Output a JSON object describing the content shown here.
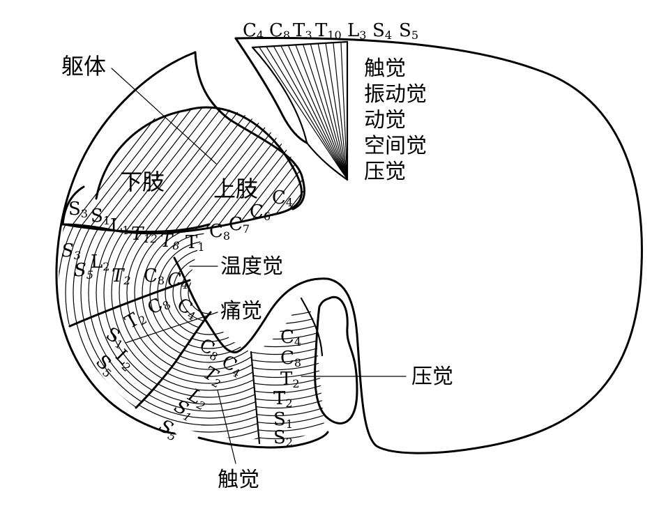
{
  "colors": {
    "ink": "#000000",
    "paper": "#ffffff"
  },
  "top_segments": {
    "c4": {
      "letter": "C",
      "sub": "4"
    },
    "c8": {
      "letter": "C",
      "sub": "8"
    },
    "t3": {
      "letter": "T",
      "sub": "3"
    },
    "t10": {
      "letter": "T",
      "sub": "10"
    },
    "l3": {
      "letter": "L",
      "sub": "3"
    },
    "s4": {
      "letter": "S",
      "sub": "4"
    },
    "s5": {
      "letter": "S",
      "sub": "5"
    }
  },
  "dorsal_modalities": [
    "触觉",
    "振动觉",
    "动觉",
    "空间觉",
    "压觉"
  ],
  "labels": {
    "trunk": "躯体",
    "lower_limb": "下肢",
    "upper_limb": "上肢",
    "temperature": "温度觉",
    "pain": "痛觉",
    "pressure": "压觉",
    "touch": "触觉"
  },
  "fasciculus_segments": {
    "s3": {
      "letter": "S",
      "sub": "3"
    },
    "s1": {
      "letter": "S",
      "sub": "1"
    },
    "l1": {
      "letter": "L",
      "sub": "1"
    },
    "t12": {
      "letter": "T",
      "sub": "12"
    },
    "t8": {
      "letter": "T",
      "sub": "8"
    },
    "t1": {
      "letter": "T",
      "sub": "1"
    },
    "c8": {
      "letter": "C",
      "sub": "8"
    },
    "c7": {
      "letter": "C",
      "sub": "7"
    },
    "c6": {
      "letter": "C",
      "sub": "6"
    },
    "c4": {
      "letter": "C",
      "sub": "4"
    }
  },
  "temp_segments": {
    "s3": {
      "letter": "S",
      "sub": "3"
    },
    "s5": {
      "letter": "S",
      "sub": "5"
    },
    "l2": {
      "letter": "L",
      "sub": "2"
    },
    "t2": {
      "letter": "T",
      "sub": "2"
    },
    "c8": {
      "letter": "C",
      "sub": "8"
    },
    "c4": {
      "letter": "C",
      "sub": "4"
    }
  },
  "pain_segments": {
    "c4": {
      "letter": "C",
      "sub": "4"
    },
    "c8": {
      "letter": "C",
      "sub": "8"
    },
    "t2": {
      "letter": "T",
      "sub": "2"
    },
    "s1": {
      "letter": "S",
      "sub": "1"
    },
    "l2": {
      "letter": "L",
      "sub": "2"
    },
    "s5": {
      "letter": "S",
      "sub": "5"
    }
  },
  "touch_segments": {
    "c8": {
      "letter": "C",
      "sub": "8"
    },
    "c4": {
      "letter": "C",
      "sub": "4"
    },
    "t2": {
      "letter": "T",
      "sub": "2"
    },
    "l2": {
      "letter": "L",
      "sub": "2"
    },
    "s1": {
      "letter": "S",
      "sub": "1"
    },
    "s5": {
      "letter": "S",
      "sub": "5"
    }
  },
  "pressure_segments": {
    "c4": {
      "letter": "C",
      "sub": "4"
    },
    "c8": {
      "letter": "C",
      "sub": "8"
    },
    "t2a": {
      "letter": "T",
      "sub": "2"
    },
    "t2b": {
      "letter": "T",
      "sub": "2"
    },
    "s1": {
      "letter": "S",
      "sub": "1"
    },
    "s2": {
      "letter": "S",
      "sub": "2"
    }
  }
}
